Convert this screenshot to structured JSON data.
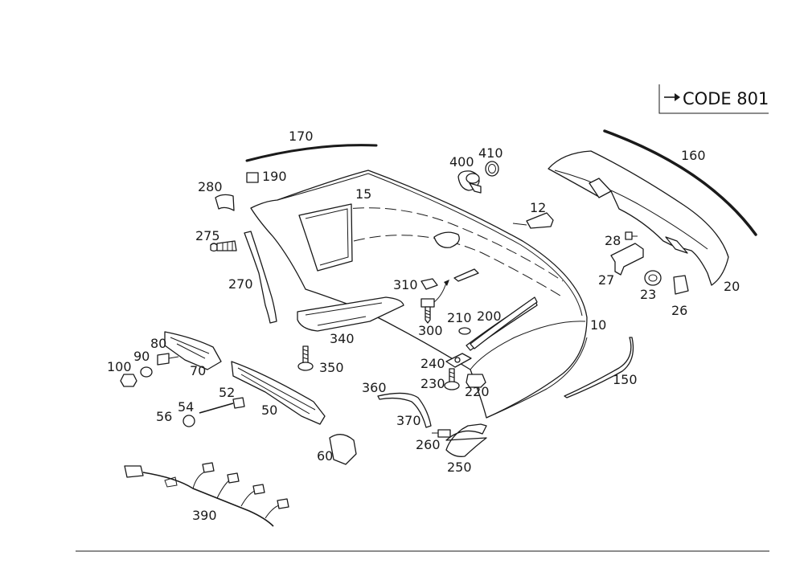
{
  "code_box": {
    "text": "CODE 801"
  },
  "labels": [
    {
      "id": "10",
      "text": "10"
    },
    {
      "id": "12",
      "text": "12"
    },
    {
      "id": "15",
      "text": "15"
    },
    {
      "id": "20",
      "text": "20"
    },
    {
      "id": "23",
      "text": "23"
    },
    {
      "id": "26",
      "text": "26"
    },
    {
      "id": "27",
      "text": "27"
    },
    {
      "id": "28",
      "text": "28"
    },
    {
      "id": "50",
      "text": "50"
    },
    {
      "id": "52",
      "text": "52"
    },
    {
      "id": "54",
      "text": "54"
    },
    {
      "id": "56",
      "text": "56"
    },
    {
      "id": "60",
      "text": "60"
    },
    {
      "id": "70",
      "text": "70"
    },
    {
      "id": "80",
      "text": "80"
    },
    {
      "id": "90",
      "text": "90"
    },
    {
      "id": "100",
      "text": "100"
    },
    {
      "id": "150",
      "text": "150"
    },
    {
      "id": "160",
      "text": "160"
    },
    {
      "id": "170",
      "text": "170"
    },
    {
      "id": "190",
      "text": "190"
    },
    {
      "id": "200",
      "text": "200"
    },
    {
      "id": "210",
      "text": "210"
    },
    {
      "id": "220",
      "text": "220"
    },
    {
      "id": "230",
      "text": "230"
    },
    {
      "id": "240",
      "text": "240"
    },
    {
      "id": "250",
      "text": "250"
    },
    {
      "id": "260",
      "text": "260"
    },
    {
      "id": "270",
      "text": "270"
    },
    {
      "id": "275",
      "text": "275"
    },
    {
      "id": "280",
      "text": "280"
    },
    {
      "id": "300",
      "text": "300"
    },
    {
      "id": "310",
      "text": "310"
    },
    {
      "id": "340",
      "text": "340"
    },
    {
      "id": "350",
      "text": "350"
    },
    {
      "id": "360",
      "text": "360"
    },
    {
      "id": "370",
      "text": "370"
    },
    {
      "id": "390",
      "text": "390"
    },
    {
      "id": "400",
      "text": "400"
    },
    {
      "id": "410",
      "text": "410"
    }
  ]
}
